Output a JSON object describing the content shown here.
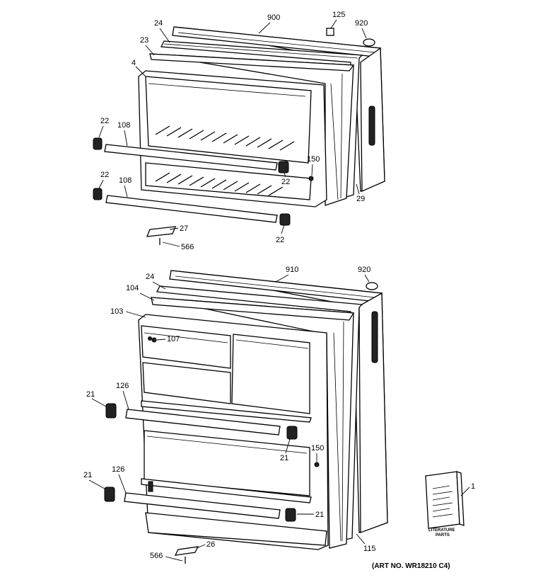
{
  "parts": {
    "freezer_door": [
      {
        "id": "p900",
        "num": "900"
      },
      {
        "id": "p125",
        "num": "125"
      },
      {
        "id": "p920a",
        "num": "920"
      },
      {
        "id": "p24a",
        "num": "24"
      },
      {
        "id": "p23",
        "num": "23"
      },
      {
        "id": "p4",
        "num": "4"
      },
      {
        "id": "p22a",
        "num": "22"
      },
      {
        "id": "p108a",
        "num": "108"
      },
      {
        "id": "p22b",
        "num": "22"
      },
      {
        "id": "p108b",
        "num": "108"
      },
      {
        "id": "p150a",
        "num": "150"
      },
      {
        "id": "p22c",
        "num": "22"
      },
      {
        "id": "p29",
        "num": "29"
      },
      {
        "id": "p27",
        "num": "27"
      },
      {
        "id": "p566a",
        "num": "566"
      },
      {
        "id": "p22d",
        "num": "22"
      }
    ],
    "fresh_food_door": [
      {
        "id": "p910",
        "num": "910"
      },
      {
        "id": "p920b",
        "num": "920"
      },
      {
        "id": "p24b",
        "num": "24"
      },
      {
        "id": "p104",
        "num": "104"
      },
      {
        "id": "p103",
        "num": "103"
      },
      {
        "id": "p107",
        "num": "107"
      },
      {
        "id": "p21a",
        "num": "21"
      },
      {
        "id": "p126a",
        "num": "126"
      },
      {
        "id": "p21b",
        "num": "21"
      },
      {
        "id": "p150b",
        "num": "150"
      },
      {
        "id": "p21c",
        "num": "21"
      },
      {
        "id": "p126b",
        "num": "126"
      },
      {
        "id": "p21d",
        "num": "21"
      },
      {
        "id": "p115",
        "num": "115"
      },
      {
        "id": "p26",
        "num": "26"
      },
      {
        "id": "p566b",
        "num": "566"
      },
      {
        "id": "p1",
        "num": "1"
      }
    ]
  },
  "literature": {
    "line1": "LITERATURE",
    "line2": "PARTS"
  },
  "art_number": "(ART NO. WR18210 C4)"
}
